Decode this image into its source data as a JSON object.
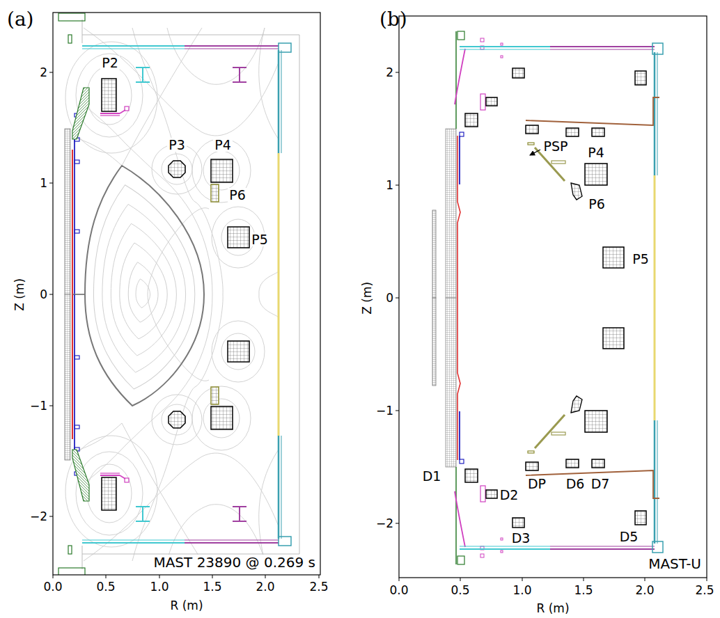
{
  "diagram": {
    "labels": [
      "(a)",
      "P2",
      "P3",
      "P4",
      "P6",
      "P5",
      "MAST 23890 @ 0.269 s",
      "2",
      "1",
      "0",
      "−1",
      "−2",
      "0.0",
      "0.5",
      "1.0",
      "1.5",
      "2.0",
      "2.5",
      "Z (m)",
      "R (m)",
      "(b)",
      "PSP",
      "P4",
      "P6",
      "P5",
      "D1",
      "D2",
      "DP",
      "D6",
      "D7",
      "D3",
      "D5",
      "MAST-U",
      "2",
      "1",
      "0",
      "−1",
      "−2",
      "0.0",
      "0.5",
      "1.0",
      "1.5",
      "2.0",
      "2.5",
      "Z (m)",
      "R (m)"
    ]
  }
}
